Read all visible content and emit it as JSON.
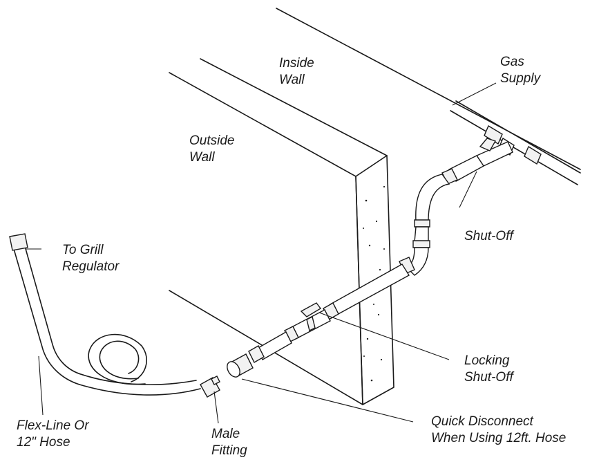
{
  "labels": {
    "inside_wall": [
      "Inside",
      "Wall"
    ],
    "outside_wall": [
      "Outside",
      "Wall"
    ],
    "gas_supply": [
      "Gas",
      "Supply"
    ],
    "shut_off": "Shut-Off",
    "to_grill_regulator": [
      "To Grill",
      "Regulator"
    ],
    "locking_shut_off": [
      "Locking",
      "Shut-Off"
    ],
    "flex_line": [
      "Flex-Line Or",
      "12\" Hose"
    ],
    "male_fitting": [
      "Male",
      "Fitting"
    ],
    "quick_disconnect": [
      "Quick Disconnect",
      "When Using 12ft. Hose"
    ]
  }
}
